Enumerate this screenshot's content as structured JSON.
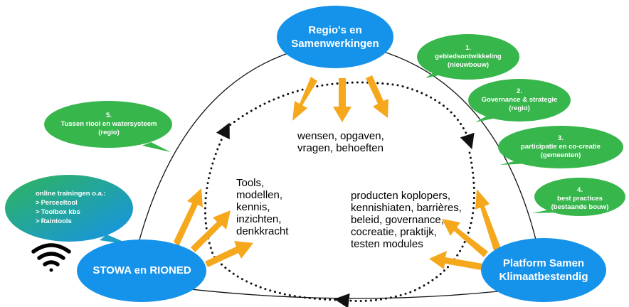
{
  "colors": {
    "node_blue": "#1592ea",
    "bubble_green": "#37b64c",
    "arrow_orange": "#f6a81d",
    "line": "#111111"
  },
  "nodes": {
    "top": [
      "Regio's en",
      "Samenwerkingen"
    ],
    "left": "STOWA en RIONED",
    "right": [
      "Platform Samen",
      "Klimaatbestendig"
    ]
  },
  "center_labels": {
    "top": [
      "wensen, opgaven,",
      "vragen, behoeften"
    ],
    "left": [
      "Tools,",
      "modellen,",
      "kennis,",
      "inzichten,",
      "denkkracht"
    ],
    "right": [
      "producten koplopers,",
      "kennishiaten, barrières,",
      "beleid, governance,",
      "cocreatie, praktijk,",
      "testen modules"
    ]
  },
  "bubbles": {
    "b1": [
      "1.",
      "gebiedsontwikkeling",
      "(nieuwbouw)"
    ],
    "b2": [
      "2.",
      "Governance & strategie",
      "(regio)"
    ],
    "b3": [
      "3.",
      "participatie en co-creatie",
      "(gemeenten)"
    ],
    "b4": [
      "4.",
      "best practices",
      "(bestaande bouw)"
    ],
    "b5": [
      "5.",
      "Tussen riool en watersysteem",
      "(regio)"
    ]
  },
  "trainingen": {
    "title": "online trainingen o.a.:",
    "items": [
      "Perceeltool",
      "Toolbox kbs",
      "Raintools"
    ]
  },
  "icons": {
    "signal": "wifi-icon"
  }
}
